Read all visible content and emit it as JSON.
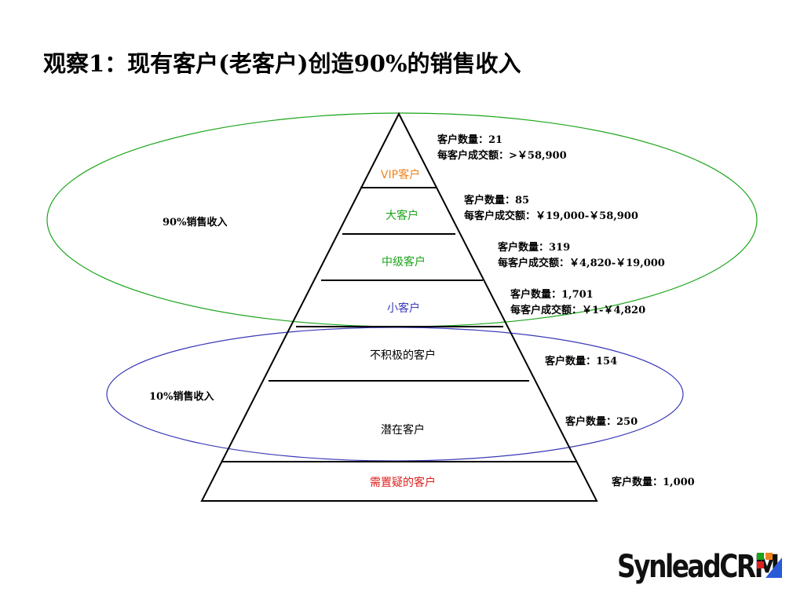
{
  "title": "观察1：现有客户(老客户)创造90%的销售收入",
  "tiers": [
    {
      "label": "VIP客户",
      "color": "#f0821e"
    },
    {
      "label": "大客户",
      "color": "#1aa51a"
    },
    {
      "label": "中级客户",
      "color": "#1aa51a"
    },
    {
      "label": "小客户",
      "color": "#3a3ab8"
    },
    {
      "label": "不积极的客户",
      "color": "#000000"
    },
    {
      "label": "潜在客户",
      "color": "#000000"
    },
    {
      "label": "需置疑的客户",
      "color": "#e0201e"
    }
  ],
  "info": [
    {
      "count": "客户数量：21",
      "amount": "每客户成交额：>￥58,900"
    },
    {
      "count": "客户数量：85",
      "amount": "每客户成交额：￥19,000-￥58,900"
    },
    {
      "count": "客户数量：319",
      "amount": "每客户成交额：￥4,820-￥19,000"
    },
    {
      "count": "客户数量：1,701",
      "amount": "每客户成交额：￥1-￥4,820"
    },
    {
      "count": "客户数量：154"
    },
    {
      "count": "客户数量：250"
    },
    {
      "count": "客户数量：1,000"
    }
  ],
  "rings": [
    {
      "label": "90%销售收入",
      "color": "#1aa51a"
    },
    {
      "label": "10%销售收入",
      "color": "#3a3ab8"
    }
  ],
  "logo": {
    "text": "SynleadCRM",
    "colors": [
      "#1aa51a",
      "#f0821e",
      "#e0201e",
      "#2a5bd7"
    ]
  }
}
